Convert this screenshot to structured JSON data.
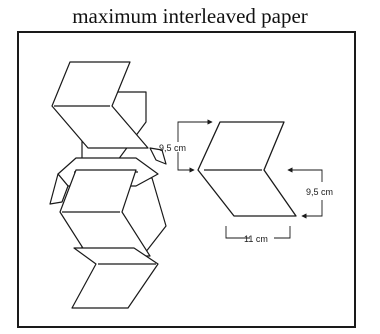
{
  "figure": {
    "title": "maximum interleaved paper"
  },
  "dimensions": {
    "height_top": "9,5 cm",
    "height_right": "9,5 cm",
    "width_bottom": "11 cm"
  },
  "colors": {
    "line": "#1a1a1a",
    "background": "#ffffff"
  }
}
